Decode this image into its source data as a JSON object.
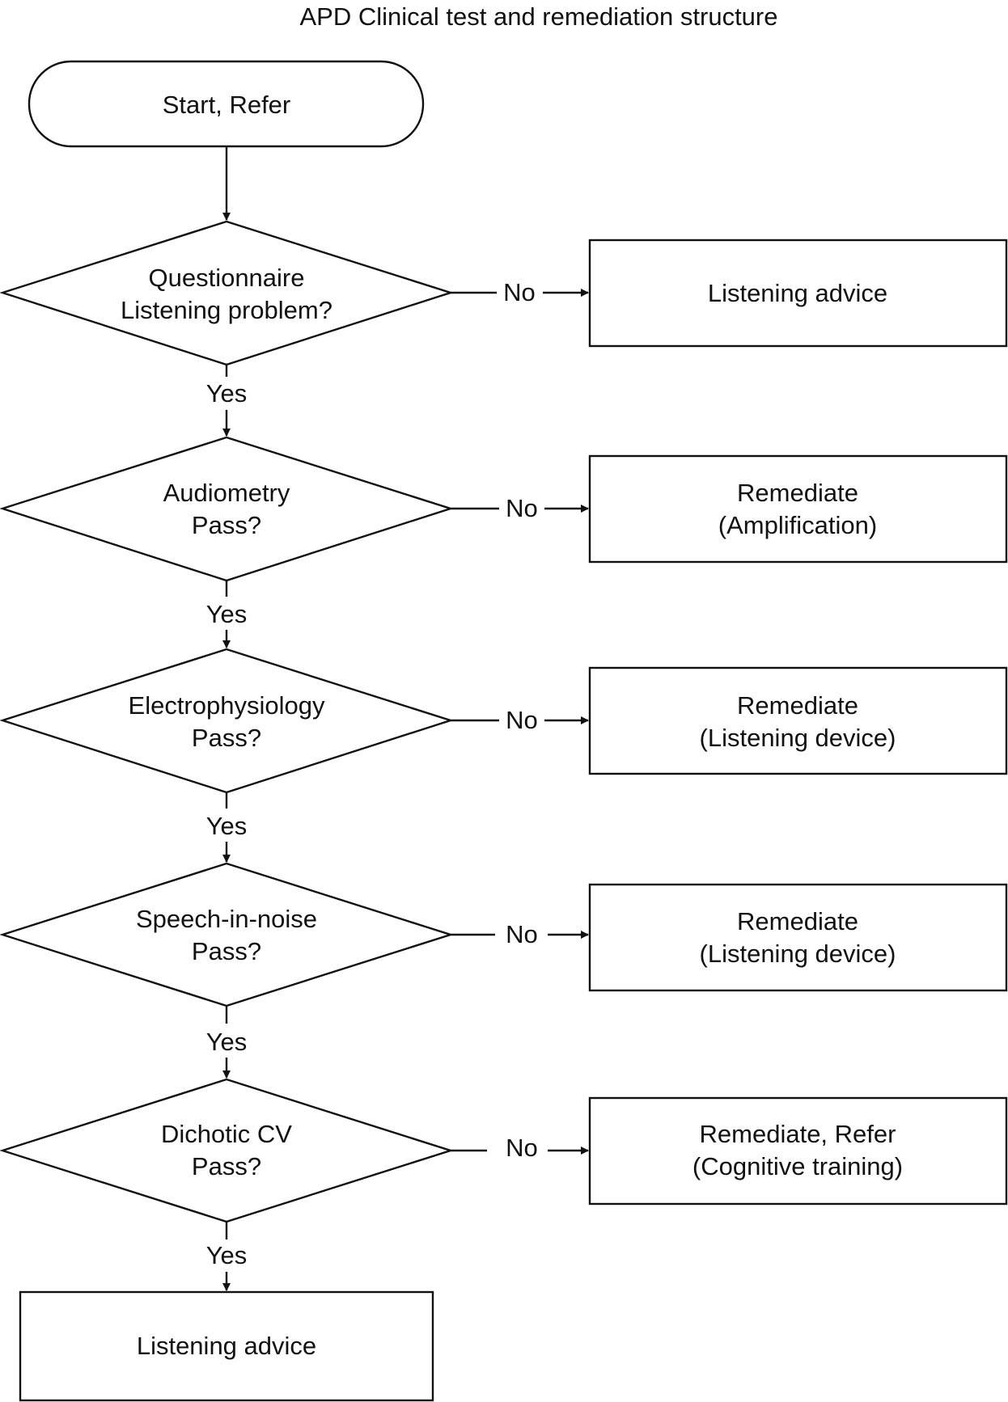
{
  "diagram": {
    "title": "APD Clinical test and remediation structure",
    "start": {
      "label": "Start, Refer"
    },
    "decisions": [
      {
        "line1": "Questionnaire",
        "line2": "Listening problem?"
      },
      {
        "line1": "Audiometry",
        "line2": "Pass?"
      },
      {
        "line1": "Electrophysiology",
        "line2": "Pass?"
      },
      {
        "line1": "Speech-in-noise",
        "line2": "Pass?"
      },
      {
        "line1": "Dichotic CV",
        "line2": "Pass?"
      }
    ],
    "outcomes": [
      {
        "line1": "Listening advice",
        "line2": ""
      },
      {
        "line1": "Remediate",
        "line2": "(Amplification)"
      },
      {
        "line1": "Remediate",
        "line2": "(Listening device)"
      },
      {
        "line1": "Remediate",
        "line2": "(Listening device)"
      },
      {
        "line1": "Remediate, Refer",
        "line2": "(Cognitive training)"
      }
    ],
    "no_label": "No",
    "yes_label": "Yes",
    "end": {
      "label": "Listening advice"
    }
  }
}
